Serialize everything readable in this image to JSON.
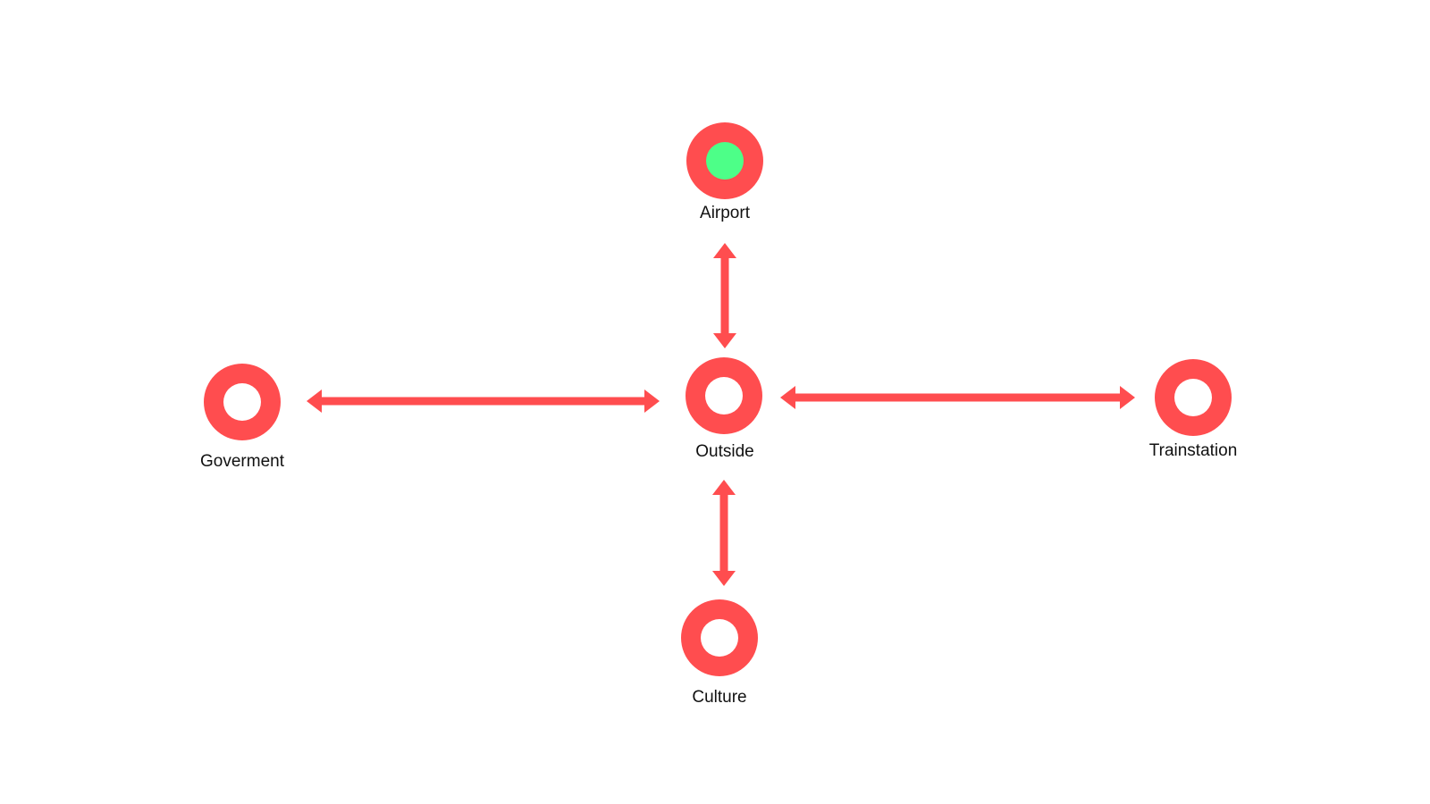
{
  "diagram": {
    "colors": {
      "ring": "#ff4d4f",
      "ring_inner": "#ffffff",
      "active_marker": "#4dff88",
      "arrow": "#ff4d4f",
      "label": "#111111"
    },
    "nodes": [
      {
        "id": "airport",
        "label": "Airport",
        "active": true
      },
      {
        "id": "outside",
        "label": "Outside",
        "active": false
      },
      {
        "id": "goverment",
        "label": "Goverment",
        "active": false
      },
      {
        "id": "trainstation",
        "label": "Trainstation",
        "active": false
      },
      {
        "id": "culture",
        "label": "Culture",
        "active": false
      }
    ],
    "edges": [
      {
        "from": "outside",
        "to": "airport",
        "direction": "both"
      },
      {
        "from": "outside",
        "to": "goverment",
        "direction": "both"
      },
      {
        "from": "outside",
        "to": "trainstation",
        "direction": "both"
      },
      {
        "from": "outside",
        "to": "culture",
        "direction": "both"
      }
    ]
  }
}
